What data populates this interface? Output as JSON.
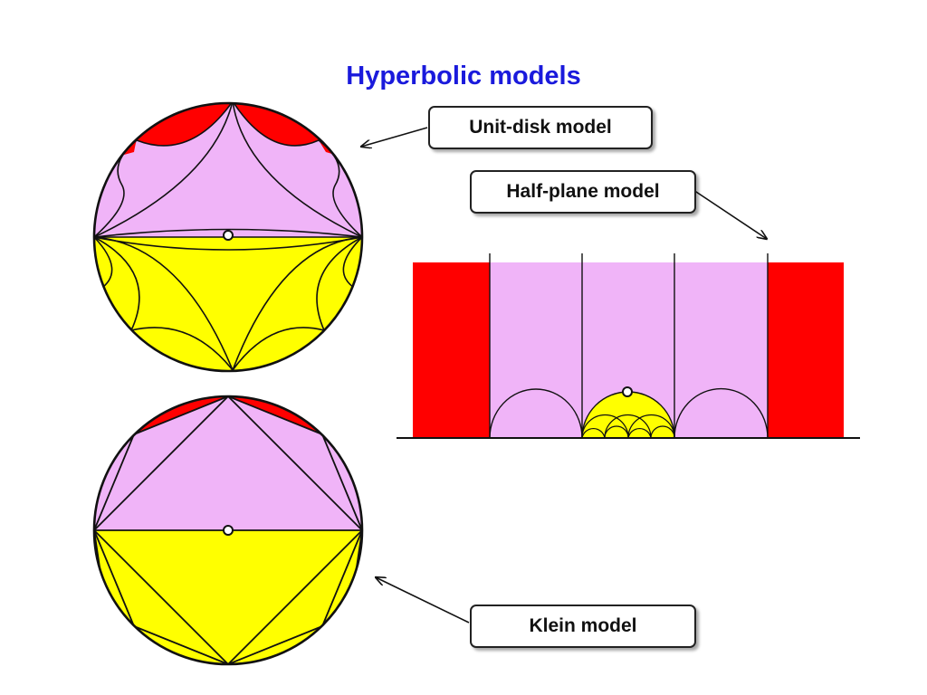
{
  "title": "Hyperbolic models",
  "labels": {
    "unit_disk": "Unit-disk model",
    "half_plane": "Half-plane model",
    "klein": "Klein model"
  },
  "colors": {
    "title": "#1a1adc",
    "red": "#ff0000",
    "pink": "#f0b4f8",
    "yellow": "#ffff00",
    "stroke": "#111111"
  }
}
